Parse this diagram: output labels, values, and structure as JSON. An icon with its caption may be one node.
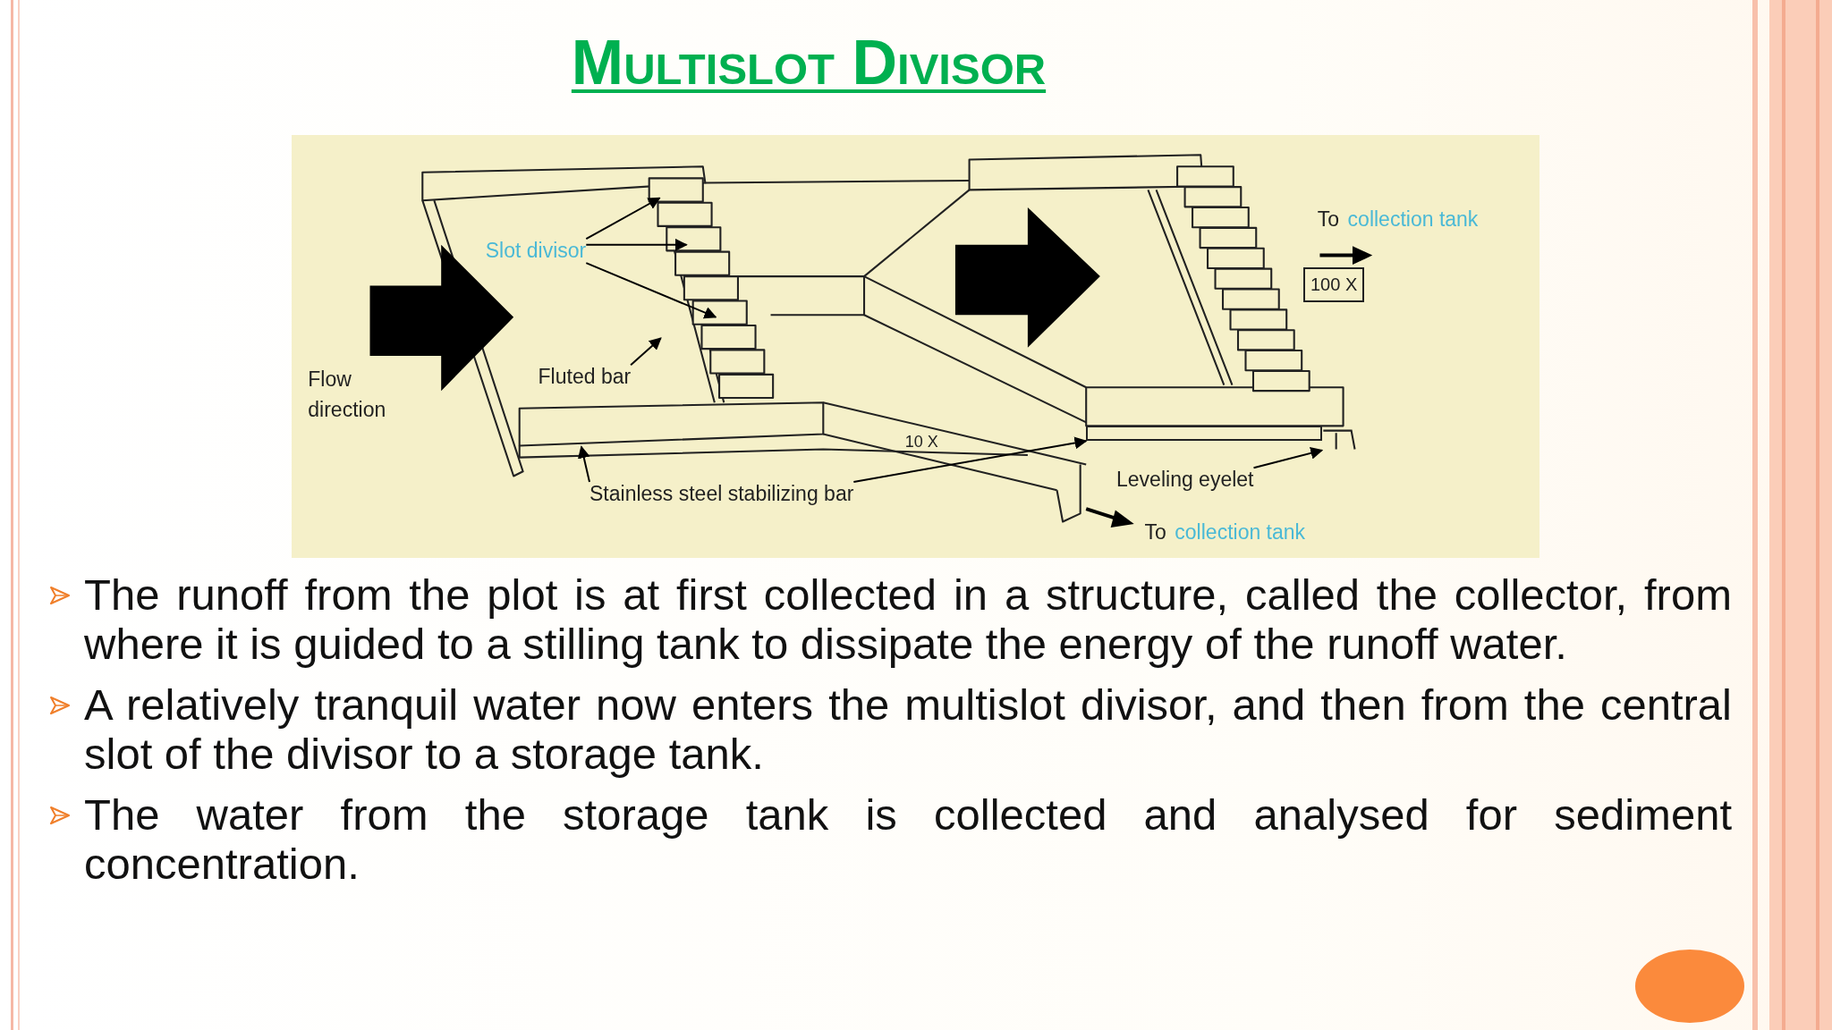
{
  "diagram": {
    "title": "Multislot Divisor",
    "nodes": [
      {
        "text": [
          "Slot divisor"
        ]
      },
      {
        "text": [
          "Fluted bar"
        ]
      },
      {
        "text": [
          "Stainless steel stabilizing bar"
        ]
      },
      {
        "text": [
          "Leveling eyelet"
        ]
      },
      {
        "text": [
          "100 X"
        ]
      },
      {
        "text": [],
        "shape": "circle"
      },
      {
        "text": [],
        "shape": "bar"
      },
      {
        "text": [],
        "shape": "hook"
      }
    ],
    "edges": [
      {
        "from": 0,
        "to": null,
        "arrow": "to"
      },
      {
        "from": 0,
        "to": null,
        "arrow": "to"
      },
      {
        "from": 0,
        "to": null,
        "arrow": "to"
      },
      {
        "from": 1,
        "to": null,
        "arrow": "to"
      },
      {
        "from": 2,
        "to": null,
        "arrow": "to"
      },
      {
        "from": 2,
        "to": 6,
        "arrow": "to"
      },
      {
        "from": 3,
        "to": 7,
        "arrow": "to"
      }
    ],
    "labels": [
      "Flow direction",
      "10 X",
      "To",
      "collection tank",
      "To",
      "collection tank",
      "The runoff from the plot is at first collected in a structure, called the collector, from where it is guided to a stilling tank to dissipate the energy of the runoff water.",
      "A relatively tranquil water now enters the multislot divisor, and then from the central slot of the divisor to a storage tank.",
      "The water from the storage tank is collected and analysed for sediment concentration."
    ]
  }
}
